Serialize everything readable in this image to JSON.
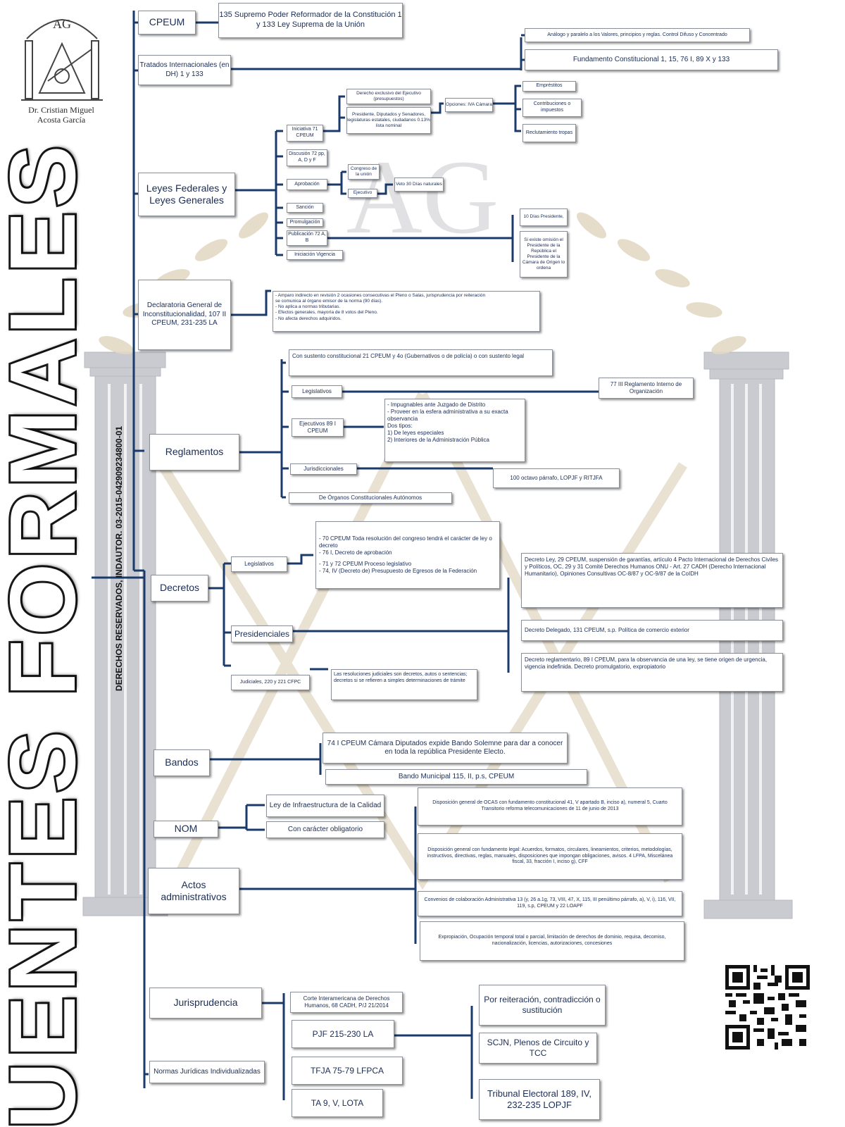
{
  "title": "FUENTES FORMALES",
  "rights": "DERECHOS RESERVADOS, INDAUTOR. 03-2015-042909234800-01",
  "logo": {
    "initials": "AG",
    "name_line1": "Dr. Cristian Miguel",
    "name_line2": "Acosta García"
  },
  "watermark": "AG",
  "colors": {
    "line": "#1a3a6b",
    "text": "#1a2d55",
    "column": "#c9cbd1",
    "wreath": "#d9cdb8"
  },
  "nodes": {
    "cpeum": "CPEUM",
    "cpeum_desc": "135 Supremo Poder Reformador de la Constitución 1 y 133 Ley Suprema de la Unión",
    "tratados": "Tratados Internacionales (en DH) 1 y 133",
    "tratados_top": "Análogo y paralelo a los Valores, principios y reglas. Control Difuso y Concentrado",
    "tratados_fund": "Fundamento Constitucional 1, 15, 76 I, 89 X y 133",
    "leyes": "Leyes Federales y Leyes Generales",
    "iniciativa": "Iniciativa 71 CPEUM",
    "discusion": "Discusión 72 pp, A, D y F",
    "aprobacion": "Aprobación",
    "sancion": "Sanción",
    "promulgacion": "Promulgación",
    "publicacion": "Publicación 72 A, B",
    "vigencia": "Iniciación Vigencia",
    "ini_1": "Derecho exclusivo del Ejecutivo (presupuestos)",
    "ini_2": "Presidente, Diputados y Senadores, legislaturas estatales, ciudadanos 0.13% lista nominal",
    "opciones": "Opciones: IVA Cámara",
    "impuestos": "Empréstitos",
    "contribuciones": "Contribuciones o impuestos",
    "reclutamiento": "Reclutamiento tropas",
    "congreso": "Congreso de la unión",
    "ejecutivo": "Ejecutivo",
    "veto": "Veto 30 Días naturales",
    "diez_dias": "10 Días Presidente,",
    "omision": "Si existe omisión el Presidente de la República el Presidente de la Cámara de Origen lo ordena",
    "declaratoria": "Declaratoria General de Inconstitucionalidad, 107 II CPEUM, 231-235 LA",
    "decl_1": "- Amparo indirecto en revisión 2 ocasiones consecutivas el Pleno o Salas, jurisprudencia por reiteración",
    "decl_2": "  se comunica al órgano emisor de la norma (90 días).",
    "decl_3": "- No aplica a normas tributarias.",
    "decl_4": "- Efectos generales, mayoría de 8 votos del Pleno.",
    "decl_5": "- No afecta derechos adquiridos.",
    "reglamentos": "Reglamentos",
    "reg_intro": "Con sustento constitucional 21 CPEUM y 4o (Gubernativos o de policía) o con sustento legal",
    "reg_legislativos": "Legislativos",
    "reg_legislativos_desc": "77 III Reglamento Interno de Organización",
    "reg_ejecutivos": "Ejecutivos 89 I CPEUM",
    "reg_ejec_1": "- Impugnables ante Juzgado de Distrito",
    "reg_ejec_2": "- Proveer en la esfera administrativa a su exacta observancia",
    "reg_ejec_3": "Dos tipos:",
    "reg_ejec_4": "1) De leyes especiales",
    "reg_ejec_5": "2) Interiores de la Administración Pública",
    "reg_jurisdiccionales": "Jurisdiccionales",
    "reg_juris_desc": "100 octavo párrafo, LOPJF y RITJFA",
    "reg_autonomos": "De Órganos Constitucionales Autónomos",
    "decretos": "Decretos",
    "dec_legislativos": "Legislativos",
    "dec_leg_1": "- 70 CPEUM Toda resolución del congreso tendrá el carácter de ley o decreto",
    "dec_leg_2": "- 76 I, Decreto de aprobación",
    "dec_leg_3": "- 71 y 72 CPEUM Proceso legislativo",
    "dec_leg_4": "- 74, IV (Decreto de) Presupuesto de Egresos de la Federación",
    "dec_ley": "Decreto Ley, 29 CPEUM, suspensión de garantías, artículo 4 Pacto Internacional de Derechos Civiles y Políticos, OC, 29 y 31 Comité Derechos Humanos ONU - Art. 27 CADH (Derecho Internacional Humanitario), Opiniones Consultivas OC-8/87 y OC-9/87 de la CoIDH",
    "presidenciales": "Presidenciales",
    "dec_delegado": "Decreto Delegado, 131 CPEUM, s.p. Política de comercio exterior",
    "dec_reglamentario": "Decreto reglamentario, 89 I CPEUM, para la observancia de una ley, se tiene origen de urgencia, vigencia indefinida. Decreto promulgatorio, expropiatorio",
    "judiciales": "Judiciales, 220 y 221 CFPC",
    "judiciales_desc": "Las resoluciones judiciales son decretos, autos o sentencias; decretos si se refieren a simples determinaciones de trámite",
    "bandos": "Bandos",
    "bando_solemne": "74 I CPEUM Cámara Diputados expide Bando Solemne para dar a conocer en toda la república Presidente Electo.",
    "bando_municipal": "Bando Municipal 115, II, p.s, CPEUM",
    "nom": "NOM",
    "nom_ley": "Ley de Infraestructura de la Calidad",
    "nom_caracter": "Con carácter obligatorio",
    "actos": "Actos administrativos",
    "actos_1": "Disposición general de OCAS con fundamento constitucional 41, V apartado B, inciso a), numeral 5, Cuarto Transitorio reforma telecomunicaciones de 11 de junio de 2013",
    "actos_2": "Disposición general con fundamento legal: Acuerdos, formatos, circulares, lineamientos, criterios, metodologías, instructivos, directivas, reglas, manuales, disposiciones que impongan obligaciones, avisos. 4 LFPA, Miscelánea fiscal, 33, fracción I, inciso g), CFF",
    "actos_3": "Convenios de colaboración Administrativa 13 (y, 26 a.1g, 73, VIII, 47, X, 115, III penúltimo párrafo, a), V, i), 116, VII, 119, s.p, CPEUM y 22 LOAPF",
    "actos_4": "Expropiación, Ocupación temporal total o parcial, limitación de derechos de dominio, requisa, decomiso, nacionalización, licencias, autorizaciones, concesiones",
    "jurisprudencia": "Jurisprudencia",
    "jur_corte": "Corte Interamericana de Derechos Humanos, 68 CADH, P/J 21/2014",
    "jur_pjf": "PJF 215-230 LA",
    "jur_tfja": "TFJA 75-79 LFPCA",
    "jur_ta": "TA 9, V, LOTA",
    "jur_reiteracion": "Por reiteración, contradicción o sustitución",
    "jur_scjn": "SCJN, Plenos de Circuito y TCC",
    "jur_electoral": "Tribunal Electoral 189, IV, 232-235 LOPJF",
    "normas": "Normas Jurídicas Individualizadas"
  }
}
